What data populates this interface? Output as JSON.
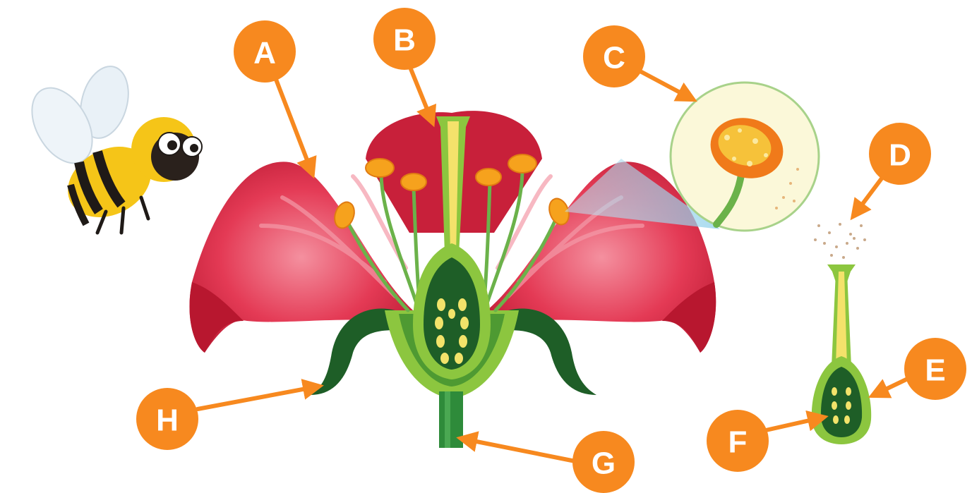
{
  "diagram": {
    "subject": "flower-cross-section",
    "colors": {
      "accent": "#f7891f",
      "petal": "#e02e4a",
      "petal_dark": "#b8172f",
      "petal_light": "#f07c8e",
      "stem_green": "#2e8b3a",
      "dark_green": "#1e5e27",
      "light_green": "#8cc63f",
      "style_yellow": "#f4e26b",
      "anther": "#f6a21d",
      "ovule": "#f2e36a",
      "bee_yellow": "#f5c518",
      "bee_black": "#1f1a17"
    },
    "labels": [
      {
        "id": "A",
        "letter": "A"
      },
      {
        "id": "B",
        "letter": "B"
      },
      {
        "id": "C",
        "letter": "C"
      },
      {
        "id": "D",
        "letter": "D"
      },
      {
        "id": "E",
        "letter": "E"
      },
      {
        "id": "F",
        "letter": "F"
      },
      {
        "id": "G",
        "letter": "G"
      },
      {
        "id": "H",
        "letter": "H"
      }
    ]
  }
}
